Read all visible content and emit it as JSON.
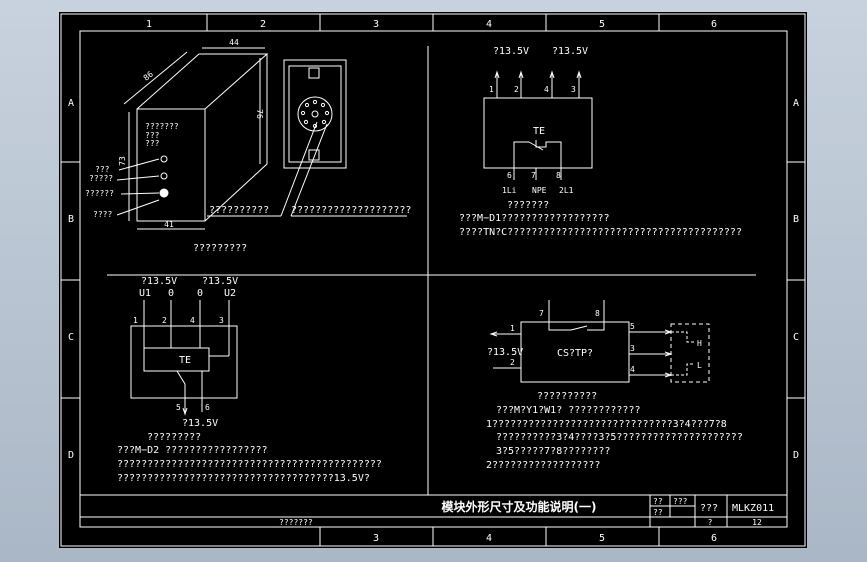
{
  "sheet": {
    "border_columns": [
      "1",
      "2",
      "3",
      "4",
      "5",
      "6"
    ],
    "bottom_columns": [
      "3",
      "4",
      "5",
      "6"
    ],
    "border_rows": [
      "A",
      "B",
      "C",
      "D"
    ]
  },
  "figure1": {
    "dim_top": "44",
    "dim_side": "86",
    "dim_height": "76",
    "dim_left": "73",
    "dim_bottom": "41",
    "front_text": [
      "???????",
      "???",
      "???"
    ],
    "left_labels": [
      "???",
      "?????",
      "??????",
      "????"
    ],
    "callout1": "??????????",
    "callout2": "????????????????????",
    "caption": "?????????"
  },
  "figure2": {
    "supply_left": "?13.5V",
    "supply_right": "?13.5V",
    "top_pins": [
      "1",
      "2",
      "4",
      "3"
    ],
    "box_label": "TE",
    "bottom_pins": [
      "6",
      "7",
      "8"
    ],
    "bottom_labels": [
      "1Li",
      "NPE",
      "2L1"
    ],
    "caption": "???????",
    "line1": "???M−D1??????????????????",
    "line2": "????TN?C???????????????????????????????????????"
  },
  "figure3": {
    "supply_left": "?13.5V",
    "supply_right": "?13.5V",
    "top_labels": [
      "U1",
      "0",
      "0",
      "U2"
    ],
    "top_pins": [
      "1",
      "2",
      "4",
      "3"
    ],
    "box_label": "TE",
    "bottom_pins": [
      "5",
      "6"
    ],
    "bottom_supply": "?13.5V",
    "caption": "?????????",
    "line1": "???M−D2 ?????????????????",
    "line2": "????????????????????????????????????????????",
    "line3": "????????????????????????????????????13.5V?"
  },
  "figure4": {
    "top_pins": [
      "7",
      "8"
    ],
    "left_pins": [
      "1",
      "2"
    ],
    "left_supply": "?13.5V",
    "right_pins": [
      "5",
      "3",
      "4"
    ],
    "box_label": "CS?TP?",
    "side_labels": [
      "H",
      "L"
    ],
    "caption": "??????????",
    "line1": "???M?Y1?W1? ????????????",
    "line2": "1??????????????????????????????3?4???7?8",
    "line3": "??????????3?4????3?5?????????????????????",
    "line4": "3?5?????7?8????????",
    "line5": "2??????????????????"
  },
  "title_block": {
    "title": "模块外形尺寸及功能说明(一)",
    "cell_a1": "??",
    "cell_a2": "??",
    "cell_b1": "???",
    "cell_c": "???",
    "drawing_no": "MLKZ011",
    "cell_bottom_left": "?",
    "sheet_no": "12",
    "below_left": "???????"
  }
}
